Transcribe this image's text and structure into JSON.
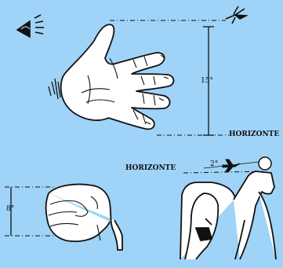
{
  "labels": {
    "angle_top": "15°",
    "horizon_top": "HORIZONTE",
    "horizon_bottom": "HORIZONTE",
    "angle_sun": "2°",
    "angle_fist": "8°"
  },
  "colors": {
    "background": "#9fd3f7",
    "ink": "#111111",
    "skin": "#ffffff"
  },
  "icons": [
    "eye-icon",
    "bird-icon",
    "airplane-icon",
    "sun-icon"
  ]
}
